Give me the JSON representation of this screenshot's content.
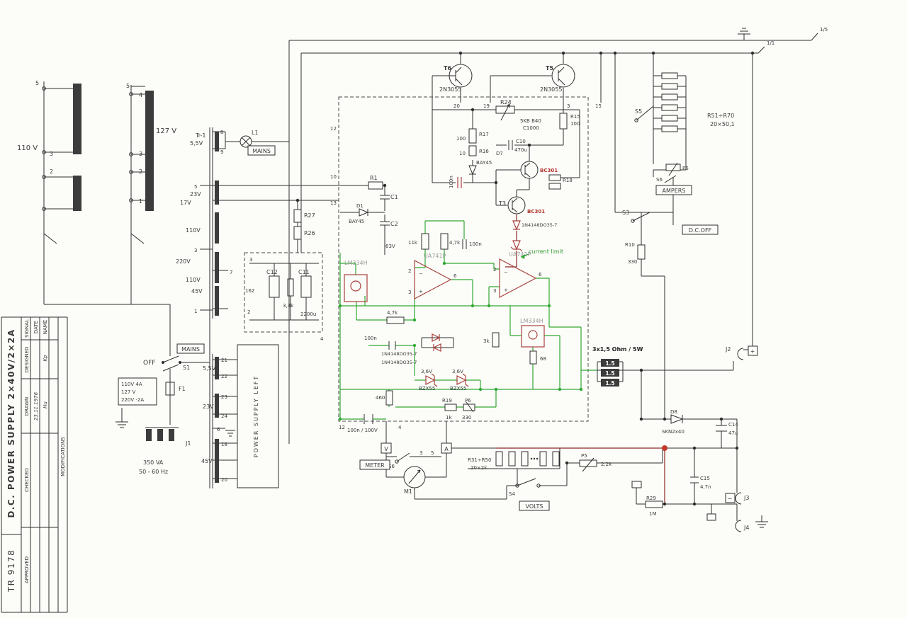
{
  "sheet": {
    "product": "D.C. POWER SUPPLY   2×40V/2×2A",
    "doc": "TR 9178",
    "block": {
      "signal": "SIGNAL",
      "date": "DATE",
      "name": "NAME",
      "designed": "DESIGNED",
      "drawn": "DRAWN",
      "checked": "CHECKED",
      "approved": "APPROVED",
      "modifications": "MODIFICATIONS",
      "designed_sign": "Kp",
      "drawn_date": "23.11.1976",
      "drawn_sign": "Hu"
    },
    "refs": {
      "r1": "1/5",
      "r2": "1/1"
    }
  },
  "selectors": {
    "v110": "110 V",
    "v127": "127 V",
    "s1_terms": [
      "5",
      "3",
      "2"
    ],
    "s2_terms": [
      "5",
      "4",
      "3",
      "2",
      "1"
    ]
  },
  "mains": {
    "off": "OFF",
    "s1": "S1",
    "mains_sw": "MAINS",
    "f1": "F1",
    "ratings": [
      "110V  4A",
      "127 V",
      "220V -2A"
    ],
    "j1": "J1",
    "va": "350 VA",
    "freq": "50 - 60 Hz"
  },
  "tr1": {
    "name": "Tr-1",
    "lamp": "L1",
    "mains_lamp": "MAINS",
    "w55": "5,5V",
    "w23": "23V",
    "w17": "17V",
    "w110a": "110V",
    "w220": "220V",
    "w110b": "110V",
    "w45": "45V",
    "t8": "8",
    "t9": "9",
    "t5": "5",
    "t3": "3",
    "t1": "1",
    "t7": "7",
    "n10": "10",
    "n13": "13",
    "n12": "12"
  },
  "secondary": {
    "box": "POWER SUPPLY LEFT",
    "t21": "21",
    "t22": "22",
    "t23": "23",
    "t24": "24",
    "t6": "6",
    "t18": "18",
    "t20": "20",
    "w55": "5,5V",
    "w23": "23V",
    "w45": "45V"
  },
  "filter": {
    "c12": "C12",
    "c11": "C11",
    "r": "3,3k",
    "val": "2200u",
    "n162": "162",
    "n2": "2",
    "n3": "3",
    "n4": "4"
  },
  "reg": {
    "r1": "R1",
    "c1": "C1",
    "d1": "D1",
    "d1t": "BAY45",
    "c2": "C2",
    "c2v": "63V",
    "r27": "R27",
    "r26": "R26",
    "r11k": "11k",
    "r47ka": "4,7k",
    "c100na": "100n",
    "c100nred": "100n",
    "op1": "UA741P",
    "op2": "UA741P",
    "lm1": "LM334H",
    "lm2": "LM334H",
    "r68": "68",
    "r47kb": "4,7k",
    "c100nb": "100n",
    "d4148a": "1N4148DO35-7",
    "d4148b": "1N4148DO35-7",
    "d4148c": "1N4148DO35-7",
    "z1v": "3,6V",
    "z1t": "BZX55",
    "z2v": "3,6V",
    "z2t": "BZX55",
    "r3k": "3k",
    "r460": "460",
    "c100v": "100n / 100V",
    "r19": "R19",
    "r19v": "1k",
    "p6": "P6",
    "p6v": "330",
    "climit": "current limit",
    "pin2": "2",
    "pin3": "3",
    "pin6": "6",
    "minus": "−",
    "plus": "+"
  },
  "power": {
    "t6": "T6",
    "t6t": "2N3055",
    "t5": "T5",
    "t5t": "2N3055",
    "n20": "20",
    "n19": "19",
    "n3": "3",
    "n15": "15",
    "r24": "R24",
    "r24a": "5KB B40",
    "r24b": "C1000",
    "r15": "R15",
    "r15v": "100",
    "r17": "R17",
    "r17v": "100",
    "r16": "R16",
    "r16v": "10",
    "d7": "D7",
    "d7t": "BAY45",
    "c10": "C10",
    "c10v": "470u",
    "r18": "R18",
    "t4t": "BC301",
    "t3": "T3",
    "t3t": "BC301"
  },
  "right": {
    "s5": "S5",
    "bank": "R51÷R70",
    "bankv": "20×50,1",
    "p6": "P6",
    "s6": "S6",
    "ampers": "AMPERS",
    "s3": "S3",
    "r10": "R10",
    "r10v": "330",
    "dcoff": "D.C.OFF",
    "pwr": "3x1,5 Ohm / 5W",
    "r15ohm": "1.5",
    "j2": "J2",
    "plus": "+",
    "d8": "D8",
    "d8t": "SKN2x40",
    "c14": "C14",
    "c14v": "47u",
    "j3": "J3",
    "minus": "−",
    "c15": "C15",
    "c15v": "4,7n",
    "r29": "R29",
    "r29v": "1M",
    "j4": "J4"
  },
  "meter": {
    "v": "V",
    "a": "A",
    "s6": "S6",
    "meter": "METER",
    "m1": "M1",
    "bank": "R31÷R50",
    "bankv": "20×2k",
    "s4": "S4",
    "volts": "VOLTS",
    "p5": "P5",
    "p5v": "2,2k",
    "n3": "3",
    "n5": "5",
    "n12": "12",
    "n4": "4"
  }
}
